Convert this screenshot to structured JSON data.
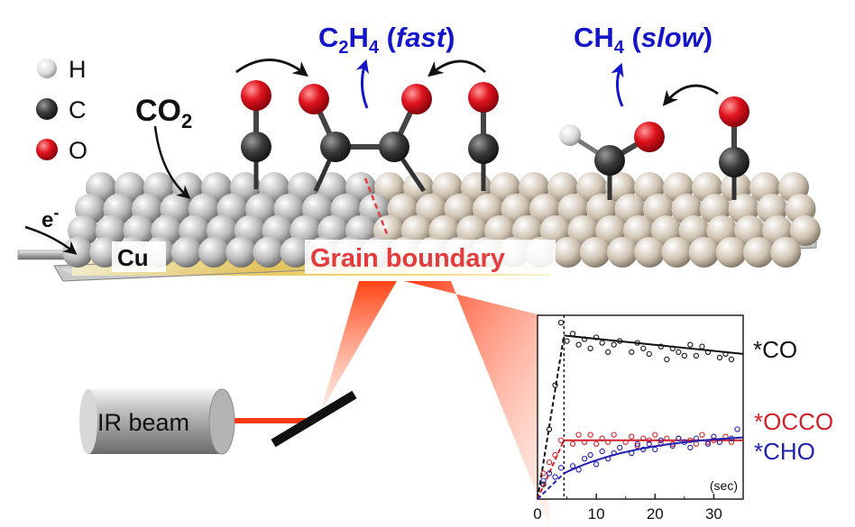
{
  "colors": {
    "hydrogen": "#f2f2f2",
    "carbon": "#3a3a3a",
    "oxygen": "#e0141e",
    "cu_atom": "#b9b9b9",
    "boundary_atom": "#cfc3b2",
    "product_arrow": "#1414c8",
    "boundary_label": "#e43c3c",
    "co_trace": "#111111",
    "occo_trace": "#d0202a",
    "cho_trace": "#2020b0"
  },
  "legend": [
    {
      "symbol": "H",
      "element": "hydrogen"
    },
    {
      "symbol": "C",
      "element": "carbon"
    },
    {
      "symbol": "O",
      "element": "oxygen"
    }
  ],
  "labels": {
    "co2_main": "CO",
    "co2_sub": "2",
    "electron": "e",
    "electron_sup": "-",
    "cu": "Cu",
    "grain_boundary": "Grain boundary",
    "ir_beam": "IR beam",
    "c2h4_c": "C",
    "c2h4_sub1": "2",
    "c2h4_h": "H",
    "c2h4_sub2": "4",
    "c2h4_open": " (",
    "c2h4_rate": "fast",
    "c2h4_close": ")",
    "ch4_main": "CH",
    "ch4_sub": "4",
    "ch4_open": " (",
    "ch4_rate": "slow",
    "ch4_close": ")"
  },
  "chart_data": {
    "type": "scatter",
    "xlabel": "(sec)",
    "xlim": [
      0,
      35
    ],
    "ylim": [
      0,
      1
    ],
    "xticks": [
      0,
      10,
      20,
      30
    ],
    "series": [
      {
        "name": "*CO",
        "color": "#111111",
        "points": [
          [
            1,
            0.08
          ],
          [
            2,
            0.38
          ],
          [
            3,
            0.62
          ],
          [
            4,
            0.96
          ],
          [
            5,
            0.86
          ],
          [
            6,
            0.9
          ],
          [
            7,
            0.84
          ],
          [
            8,
            0.87
          ],
          [
            9,
            0.82
          ],
          [
            10,
            0.88
          ],
          [
            11,
            0.85
          ],
          [
            12,
            0.8
          ],
          [
            13,
            0.84
          ],
          [
            14,
            0.86
          ],
          [
            16,
            0.8
          ],
          [
            17,
            0.85
          ],
          [
            18,
            0.82
          ],
          [
            19,
            0.79
          ],
          [
            21,
            0.83
          ],
          [
            22,
            0.76
          ],
          [
            23,
            0.82
          ],
          [
            24,
            0.8
          ],
          [
            25,
            0.78
          ],
          [
            26,
            0.84
          ],
          [
            27,
            0.78
          ],
          [
            28,
            0.83
          ],
          [
            29,
            0.8
          ],
          [
            31,
            0.77
          ],
          [
            32,
            0.79
          ],
          [
            33,
            0.76
          ]
        ],
        "fit_rise": [
          [
            0,
            0.0
          ],
          [
            4.5,
            0.89
          ]
        ],
        "fit_plateau": [
          [
            4.5,
            0.89
          ],
          [
            35,
            0.79
          ]
        ]
      },
      {
        "name": "*OCCO",
        "color": "#d0202a",
        "points": [
          [
            1,
            0.14
          ],
          [
            2,
            0.2
          ],
          [
            3,
            0.24
          ],
          [
            4,
            0.32
          ],
          [
            6,
            0.3
          ],
          [
            7,
            0.35
          ],
          [
            8,
            0.31
          ],
          [
            9,
            0.35
          ],
          [
            10,
            0.3
          ],
          [
            11,
            0.33
          ],
          [
            12,
            0.31
          ],
          [
            13,
            0.35
          ],
          [
            15,
            0.31
          ],
          [
            16,
            0.34
          ],
          [
            17,
            0.29
          ],
          [
            18,
            0.33
          ],
          [
            19,
            0.32
          ],
          [
            20,
            0.35
          ],
          [
            21,
            0.3
          ],
          [
            22,
            0.33
          ],
          [
            23,
            0.3
          ],
          [
            24,
            0.33
          ],
          [
            26,
            0.32
          ],
          [
            27,
            0.3
          ],
          [
            28,
            0.35
          ],
          [
            29,
            0.31
          ],
          [
            30,
            0.32
          ],
          [
            32,
            0.34
          ],
          [
            33,
            0.31
          ]
        ],
        "fit_rise": [
          [
            0,
            0.0
          ],
          [
            4.5,
            0.32
          ]
        ],
        "fit_plateau": [
          [
            4.5,
            0.32
          ],
          [
            35,
            0.32
          ]
        ]
      },
      {
        "name": "*CHO",
        "color": "#2020b0",
        "points": [
          [
            1,
            0.1
          ],
          [
            2,
            0.14
          ],
          [
            3,
            0.12
          ],
          [
            4,
            0.17
          ],
          [
            6,
            0.18
          ],
          [
            7,
            0.16
          ],
          [
            8,
            0.22
          ],
          [
            9,
            0.24
          ],
          [
            10,
            0.19
          ],
          [
            11,
            0.26
          ],
          [
            12,
            0.22
          ],
          [
            13,
            0.25
          ],
          [
            14,
            0.28
          ],
          [
            16,
            0.25
          ],
          [
            17,
            0.3
          ],
          [
            18,
            0.27
          ],
          [
            19,
            0.3
          ],
          [
            20,
            0.27
          ],
          [
            21,
            0.32
          ],
          [
            23,
            0.29
          ],
          [
            24,
            0.33
          ],
          [
            25,
            0.31
          ],
          [
            26,
            0.28
          ],
          [
            27,
            0.33
          ],
          [
            29,
            0.3
          ],
          [
            30,
            0.34
          ],
          [
            31,
            0.31
          ],
          [
            33,
            0.33
          ],
          [
            34,
            0.38
          ]
        ],
        "fit_rise": [
          [
            0,
            0.0
          ],
          [
            4.5,
            0.14
          ]
        ],
        "fit_growth": {
          "start": 4.5,
          "y0": 0.14,
          "ymax": 0.36,
          "tau": 14,
          "end": 35
        }
      }
    ],
    "annotations": [
      "*CO",
      "*OCCO",
      "*CHO"
    ],
    "vline_x": 4.5
  }
}
